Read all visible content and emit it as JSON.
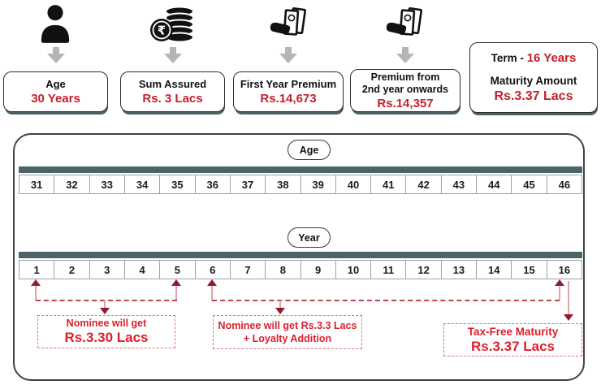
{
  "colors": {
    "value_red": "#c4202a",
    "annotation_red": "#dc1f2d",
    "arrowhead_maroon": "#8e1c2e",
    "connector_pink": "#e2a2ac",
    "dashed_line_red": "#bb4450",
    "annotation_border": "#e4737d",
    "timeline_bar_teal": "#4c6368",
    "gray_arrow": "#b5b5b5",
    "panel_border": "#424242",
    "cell_border": "#97a5a8",
    "ink": "#111111"
  },
  "cards": [
    {
      "icon": "person-icon",
      "title": "Age",
      "value": "30 Years"
    },
    {
      "icon": "rupee-coins-icon",
      "title": "Sum Assured",
      "value": "Rs. 3 Lacs"
    },
    {
      "icon": "hand-money-icon",
      "title": "First Year Premium",
      "value": "Rs.14,673"
    },
    {
      "icon": "hand-money-icon",
      "title": "Premium from\n2nd year onwards",
      "value": "Rs.14,357"
    },
    {
      "term_label": "Term  - ",
      "term_value": "16 Years",
      "subtitle": "Maturity Amount",
      "value": "Rs.3.37 Lacs"
    }
  ],
  "timeline": {
    "age_badge": "Age",
    "ages": [
      "31",
      "32",
      "33",
      "34",
      "35",
      "36",
      "37",
      "38",
      "39",
      "40",
      "41",
      "42",
      "43",
      "44",
      "45",
      "46"
    ],
    "year_badge": "Year",
    "years": [
      "1",
      "2",
      "3",
      "4",
      "5",
      "6",
      "7",
      "8",
      "9",
      "10",
      "11",
      "12",
      "13",
      "14",
      "15",
      "16"
    ]
  },
  "annotations": {
    "nominee1": {
      "line1": "Nominee will get",
      "line2": "Rs.3.30 Lacs"
    },
    "nominee2": {
      "line1": "Nominee will get Rs.3.3 Lacs",
      "line2": "+ Loyalty Addition"
    },
    "maturity": {
      "line1": "Tax-Free Maturity",
      "line2": "Rs.3.37 Lacs"
    }
  }
}
